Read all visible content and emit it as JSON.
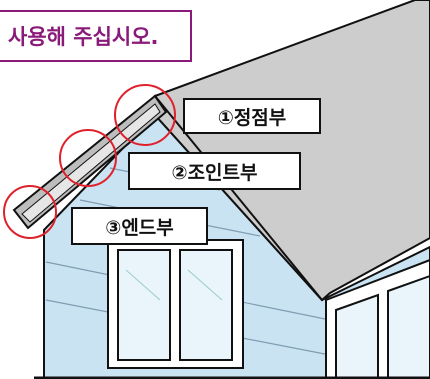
{
  "banner": {
    "text": "사용해 주십시오."
  },
  "labels": {
    "peak": "①정점부",
    "joint": "②조인트부",
    "end": "③엔드부"
  },
  "colors": {
    "roof": "#cdcdcd",
    "wall": "#c9e3f3",
    "outline": "#111111",
    "highlight_circle": "#e0202a",
    "banner_accent": "#8a1a7a"
  }
}
